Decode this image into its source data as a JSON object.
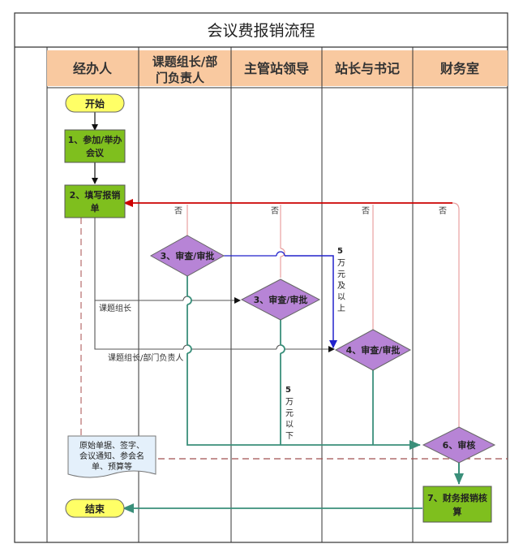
{
  "title": "会议费报销流程",
  "lanes": [
    {
      "id": "lane-handler",
      "label": [
        "经办人"
      ]
    },
    {
      "id": "lane-group-leader",
      "label": [
        "课题组长/部",
        "门负责人"
      ]
    },
    {
      "id": "lane-station-leader",
      "label": [
        "主管站领导"
      ]
    },
    {
      "id": "lane-director",
      "label": [
        "站长与书记"
      ]
    },
    {
      "id": "lane-finance",
      "label": [
        "财务室"
      ]
    }
  ],
  "nodes": {
    "start": "开始",
    "step1": [
      "1、参加/举办",
      "会议"
    ],
    "step2": [
      "2、填写报销",
      "单"
    ],
    "step3a": "3、审查/审批",
    "step3b": "3、审查/审批",
    "step4": "4、审查/审批",
    "step6": "6、审核",
    "step7": [
      "7、财务报销核",
      "算"
    ],
    "end": "结束",
    "documents": [
      "原始单据、签字、",
      "会议通知、参会名",
      "单、预算等"
    ]
  },
  "edge_labels": {
    "no": "否",
    "group_leader": "课题组长",
    "group_dept_leader": "课题组长/部门负责人",
    "over_50k": [
      "5",
      "万",
      "元",
      "及",
      "以",
      "上"
    ],
    "under_50k": [
      "5",
      "万",
      "元",
      "以",
      "下"
    ]
  },
  "colors": {
    "header_fill": "#f9c9a0",
    "header_text": "#333333",
    "terminal_fill": "#ffff66",
    "process_fill": "#7fbf1e",
    "decision_fill": "#b784d6",
    "reject_line": "#cc0000",
    "reject_line_light": "#e8a0a0",
    "approve_blue": "#2222cc",
    "approve_green": "#3a8f7a",
    "pass_line": "#555555"
  }
}
